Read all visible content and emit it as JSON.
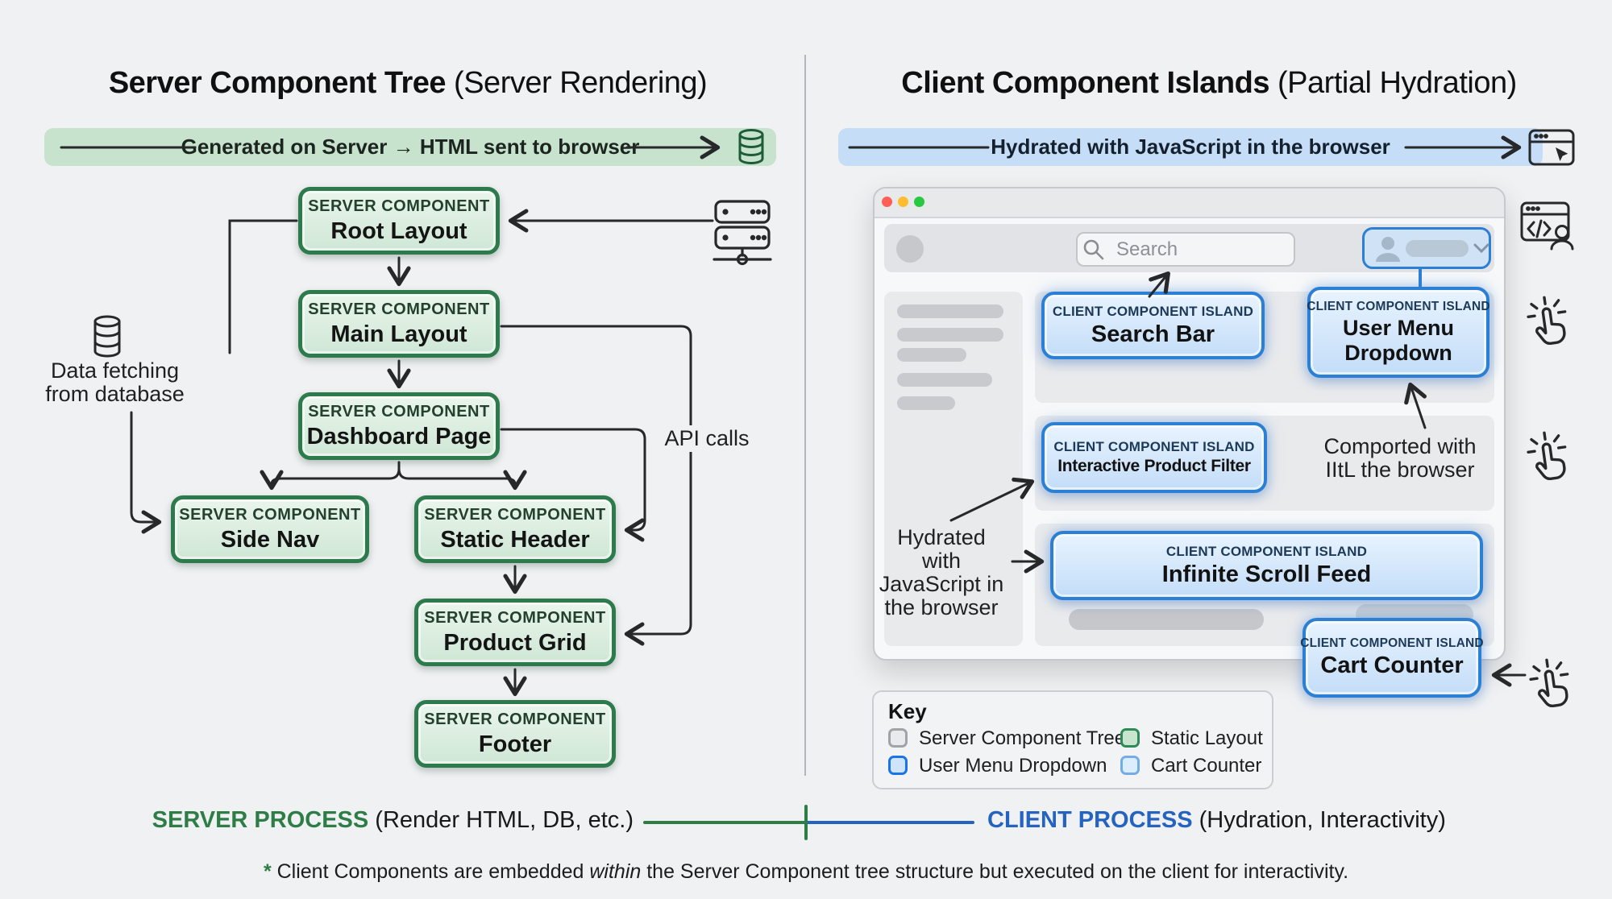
{
  "colors": {
    "background": "#f0f1f3",
    "server_green_border": "#2d7a4d",
    "server_green_fill": "#d6ead9",
    "client_blue_border": "#2b7fd4",
    "client_blue_fill": "#cfe4fa",
    "banner_green_bg": "#c7e3cd",
    "banner_blue_bg": "#c5ddf6",
    "process_green": "#2e7d46",
    "process_blue": "#2563c0",
    "traffic_red": "#ff5f57",
    "traffic_yellow": "#febc2e",
    "traffic_green": "#28c840"
  },
  "left": {
    "title": "Server Component Tree",
    "title_suffix": " (Server Rendering)",
    "banner": "Generated on Server → HTML sent to browser",
    "node_label": "SERVER COMPONENT",
    "nodes": [
      "Root Layout",
      "Main Layout",
      "Dashboard Page",
      "Side Nav",
      "Static Header",
      "Product Grid",
      "Footer"
    ],
    "data_fetching_line1": "Data fetching",
    "data_fetching_line2": "from database",
    "api_calls": "API calls"
  },
  "right": {
    "title": "Client Component Islands",
    "title_suffix": " (Partial Hydration)",
    "banner": "Hydrated with JavaScript in the browser",
    "island_label": "CLIENT COMPONENT ISLAND",
    "islands": [
      "Search Bar",
      "User Menu Dropdown",
      "Interactive Product Filter",
      "Infinite Scroll Feed",
      "Cart Counter"
    ],
    "browser": {
      "search_placeholder": "Search"
    },
    "hydrated_note": [
      "Hydrated with",
      "JavaScript in",
      "the browser"
    ],
    "comported_note": [
      "Comported with",
      "IItL the browser"
    ]
  },
  "key": {
    "title": "Key",
    "items": [
      {
        "label": "Server Component Tree",
        "fill": "#e9eaec",
        "border": "#a0a3a8"
      },
      {
        "label": "Static Layout",
        "fill": "#c9e5cf",
        "border": "#2e8b57"
      },
      {
        "label": "User Menu Dropdown",
        "fill": "#cfe4fa",
        "border": "#1a73e8"
      },
      {
        "label": "Cart Counter",
        "fill": "#dcedfd",
        "border": "#72aee6"
      }
    ]
  },
  "bottom": {
    "server_process": "SERVER PROCESS",
    "server_process_desc": " (Render HTML, DB, etc.)",
    "client_process": "CLIENT PROCESS",
    "client_process_desc": " (Hydration, Interactivity)",
    "footnote_star": "*",
    "footnote_pre": " Client Components are embedded ",
    "footnote_em": "within",
    "footnote_post": " the Server Component tree structure but executed on the client for interactivity."
  }
}
